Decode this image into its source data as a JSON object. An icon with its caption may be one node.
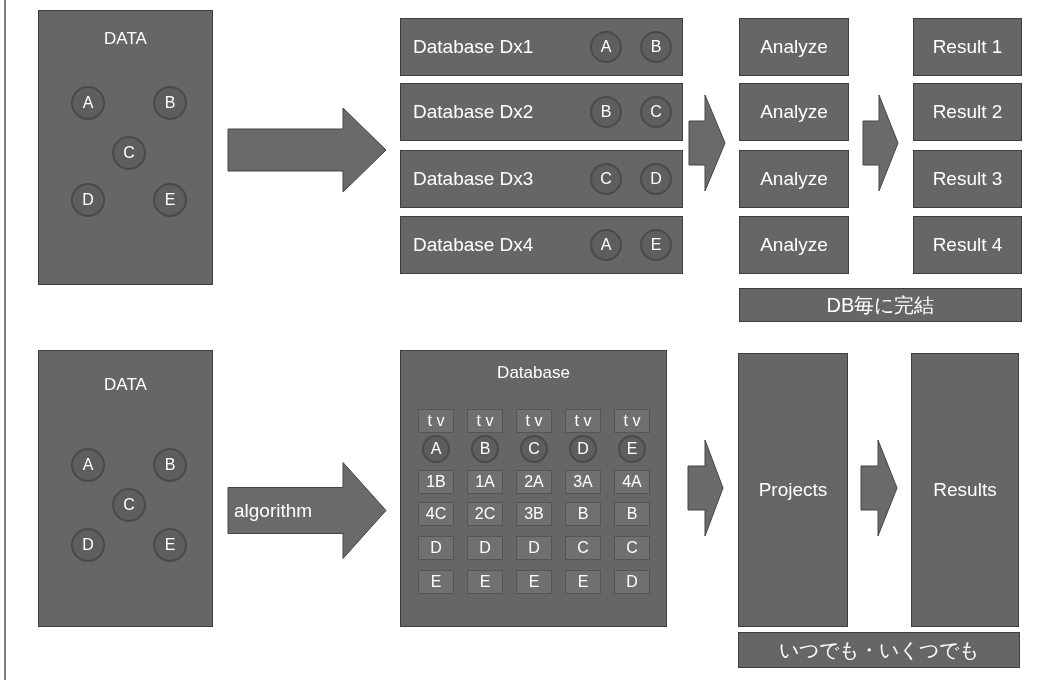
{
  "diagram": {
    "nodes": [
      {
        "text": [
          "DATA"
        ]
      },
      {
        "text": [
          "A"
        ],
        "in": 0
      },
      {
        "text": [
          "B"
        ],
        "in": 0
      },
      {
        "text": [
          "C"
        ],
        "in": 0
      },
      {
        "text": [
          "D"
        ],
        "in": 0
      },
      {
        "text": [
          "E"
        ],
        "in": 0
      },
      {
        "text": [
          "Database Dx1"
        ]
      },
      {
        "text": [
          "A"
        ],
        "in": 6
      },
      {
        "text": [
          "B"
        ],
        "in": 6
      },
      {
        "text": [
          "Database Dx2"
        ]
      },
      {
        "text": [
          "B"
        ],
        "in": 9
      },
      {
        "text": [
          "C"
        ],
        "in": 9
      },
      {
        "text": [
          "Database Dx3"
        ]
      },
      {
        "text": [
          "C"
        ],
        "in": 12
      },
      {
        "text": [
          "D"
        ],
        "in": 12
      },
      {
        "text": [
          "Database Dx4"
        ]
      },
      {
        "text": [
          "A"
        ],
        "in": 15
      },
      {
        "text": [
          "E"
        ],
        "in": 15
      },
      {
        "text": [
          "Analyze"
        ]
      },
      {
        "text": [
          "Analyze"
        ]
      },
      {
        "text": [
          "Analyze"
        ]
      },
      {
        "text": [
          "Analyze"
        ]
      },
      {
        "text": [
          "Result 1"
        ]
      },
      {
        "text": [
          "Result 2"
        ]
      },
      {
        "text": [
          "Result 3"
        ]
      },
      {
        "text": [
          "Result 4"
        ]
      },
      {
        "text": [
          "DB毎に完結"
        ]
      },
      {
        "text": [
          "DATA"
        ]
      },
      {
        "text": [
          "A"
        ],
        "in": 27
      },
      {
        "text": [
          "B"
        ],
        "in": 27
      },
      {
        "text": [
          "C"
        ],
        "in": 27
      },
      {
        "text": [
          "D"
        ],
        "in": 27
      },
      {
        "text": [
          "E"
        ],
        "in": 27
      },
      {
        "text": [
          "Database"
        ]
      },
      {
        "text": [
          "t v"
        ],
        "in": 33
      },
      {
        "text": [
          "t v"
        ],
        "in": 33
      },
      {
        "text": [
          "t v"
        ],
        "in": 33
      },
      {
        "text": [
          "t v"
        ],
        "in": 33
      },
      {
        "text": [
          "t v"
        ],
        "in": 33
      },
      {
        "text": [
          "A"
        ],
        "in": 33
      },
      {
        "text": [
          "B"
        ],
        "in": 33
      },
      {
        "text": [
          "C"
        ],
        "in": 33
      },
      {
        "text": [
          "D"
        ],
        "in": 33
      },
      {
        "text": [
          "E"
        ],
        "in": 33
      },
      {
        "text": [
          "1B"
        ],
        "in": 33
      },
      {
        "text": [
          "1A"
        ],
        "in": 33
      },
      {
        "text": [
          "2A"
        ],
        "in": 33
      },
      {
        "text": [
          "3A"
        ],
        "in": 33
      },
      {
        "text": [
          "4A"
        ],
        "in": 33
      },
      {
        "text": [
          "4C"
        ],
        "in": 33
      },
      {
        "text": [
          "2C"
        ],
        "in": 33
      },
      {
        "text": [
          "3B"
        ],
        "in": 33
      },
      {
        "text": [
          "B"
        ],
        "in": 33
      },
      {
        "text": [
          "B"
        ],
        "in": 33
      },
      {
        "text": [
          "D"
        ],
        "in": 33
      },
      {
        "text": [
          "D"
        ],
        "in": 33
      },
      {
        "text": [
          "D"
        ],
        "in": 33
      },
      {
        "text": [
          "C"
        ],
        "in": 33
      },
      {
        "text": [
          "C"
        ],
        "in": 33
      },
      {
        "text": [
          "E"
        ],
        "in": 33
      },
      {
        "text": [
          "E"
        ],
        "in": 33
      },
      {
        "text": [
          "E"
        ],
        "in": 33
      },
      {
        "text": [
          "E"
        ],
        "in": 33
      },
      {
        "text": [
          "D"
        ],
        "in": 33
      },
      {
        "text": [
          "Projects"
        ]
      },
      {
        "text": [
          "Results"
        ]
      },
      {
        "text": [
          "いつでも・いくつでも"
        ]
      }
    ],
    "edges": [
      {
        "from": 0,
        "to": 6,
        "arrow": "to"
      },
      {
        "from": 0,
        "to": 9,
        "arrow": "to"
      },
      {
        "from": 0,
        "to": 12,
        "arrow": "to"
      },
      {
        "from": 0,
        "to": 15,
        "arrow": "to"
      },
      {
        "from": 6,
        "to": 18,
        "arrow": "to"
      },
      {
        "from": 9,
        "to": 19,
        "arrow": "to"
      },
      {
        "from": 12,
        "to": 20,
        "arrow": "to"
      },
      {
        "from": 15,
        "to": 21,
        "arrow": "to"
      },
      {
        "from": 18,
        "to": 22,
        "arrow": "to"
      },
      {
        "from": 19,
        "to": 23,
        "arrow": "to"
      },
      {
        "from": 20,
        "to": 24,
        "arrow": "to"
      },
      {
        "from": 21,
        "to": 25,
        "arrow": "to"
      },
      {
        "from": 27,
        "to": 33,
        "arrow": "to",
        "label": "algorithm"
      },
      {
        "from": 33,
        "to": 64,
        "arrow": "to"
      },
      {
        "from": 64,
        "to": 65,
        "arrow": "to"
      }
    ]
  }
}
